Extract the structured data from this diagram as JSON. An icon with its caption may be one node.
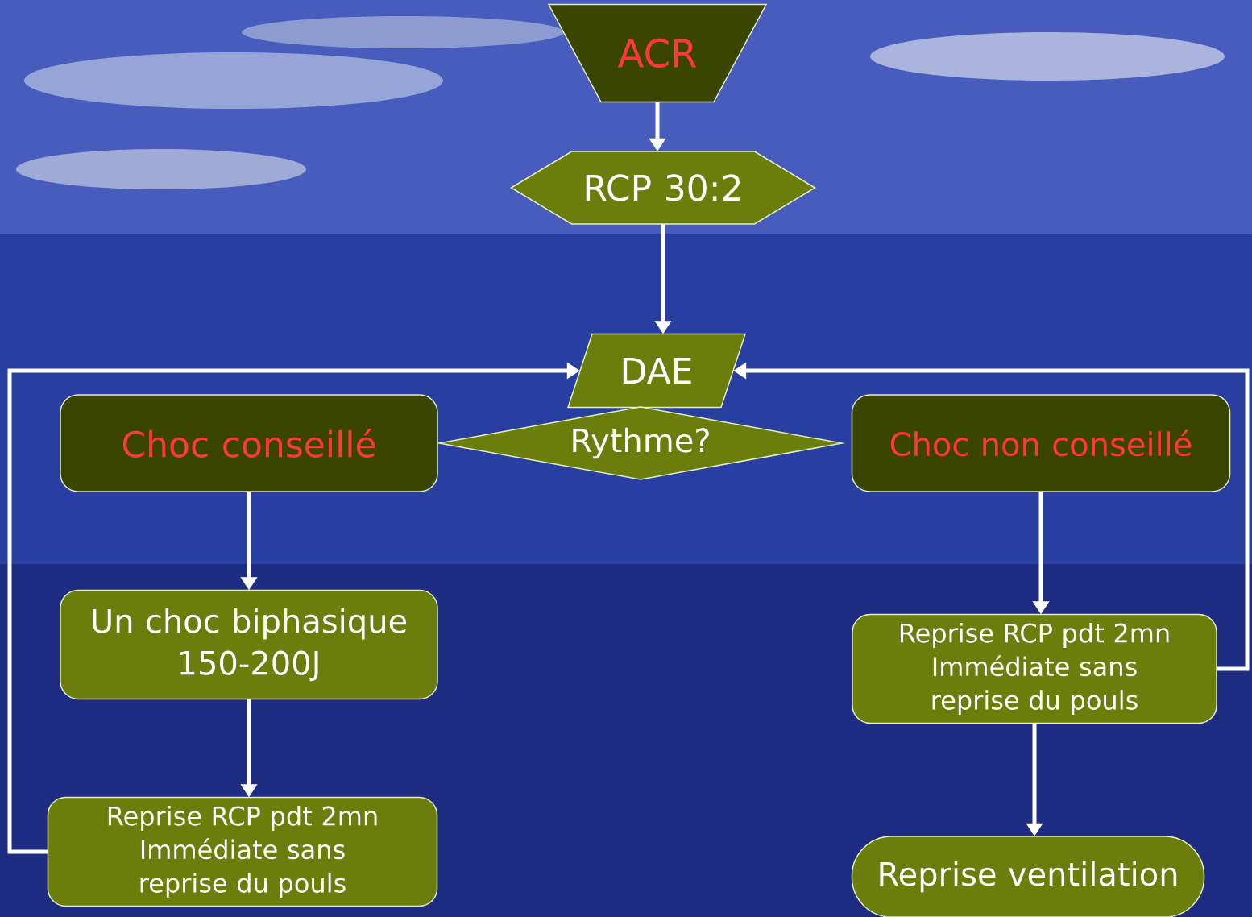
{
  "diagram": {
    "nodes": [
      {
        "text": [
          "ACR"
        ]
      },
      {
        "text": [
          "RCP 30:2"
        ]
      },
      {
        "text": [
          "DAE"
        ]
      },
      {
        "text": [
          "Rythme?"
        ]
      },
      {
        "text": [
          "Choc conseillé"
        ]
      },
      {
        "text": [
          "Choc non conseillé"
        ]
      },
      {
        "text": [
          "Un choc biphasique 150-200J"
        ]
      },
      {
        "text": [
          "Reprise RCP pdt 2mn Immédiate sans reprise du pouls"
        ]
      },
      {
        "text": [
          "Reprise RCP pdt 2mn Immédiate sans reprise du pouls"
        ]
      },
      {
        "text": [
          "Reprise ventilation"
        ]
      }
    ],
    "edges": [
      {
        "from": 0,
        "to": 1,
        "arrow": "to"
      },
      {
        "from": 1,
        "to": 2,
        "arrow": "to"
      },
      {
        "from": 4,
        "to": 6,
        "arrow": "to"
      },
      {
        "from": 6,
        "to": 8,
        "arrow": "to"
      },
      {
        "from": 8,
        "to": 2,
        "arrow": "to"
      },
      {
        "from": 5,
        "to": 7,
        "arrow": "to"
      },
      {
        "from": 7,
        "to": 9,
        "arrow": "to"
      },
      {
        "from": 7,
        "to": 2,
        "arrow": "to"
      }
    ]
  }
}
